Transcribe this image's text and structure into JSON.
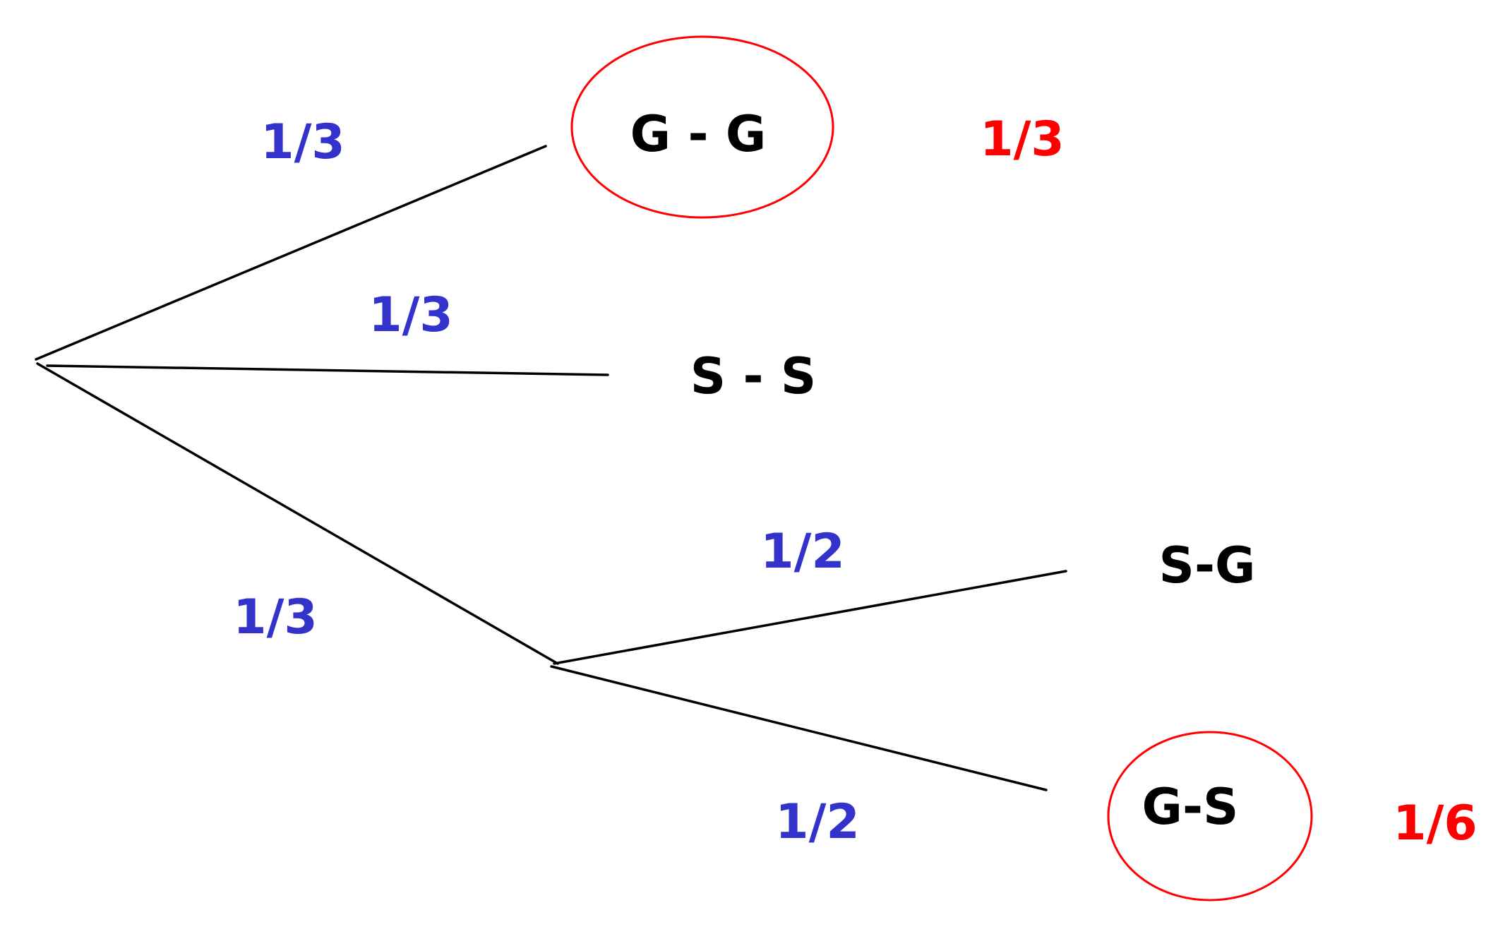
{
  "colors": {
    "branch_probability": "#3333cc",
    "result_probability": "#ff0000",
    "outcome_text": "#000000",
    "highlight_circle": "#ff0000",
    "line": "#000000"
  },
  "branches": {
    "gg_probability": "1/3",
    "ss_probability": "1/3",
    "mixed_probability": "1/3",
    "sg_probability": "1/2",
    "gs_probability": "1/2"
  },
  "outcomes": {
    "gg": "G - G",
    "ss": "S - S",
    "sg": "S-G",
    "gs": "G-S"
  },
  "results": {
    "gg_result": "1/3",
    "gs_result": "1/6"
  },
  "highlighted_outcomes": [
    "gg",
    "gs"
  ]
}
